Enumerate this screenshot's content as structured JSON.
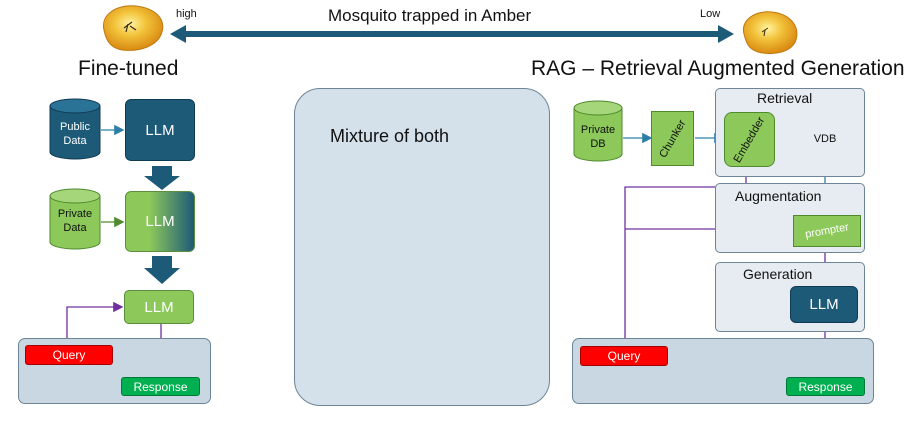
{
  "header": {
    "title": "Mosquito trapped in Amber",
    "left_label": "high",
    "right_label": "Low"
  },
  "left": {
    "title": "Fine-tuned",
    "public_data": "Public\nData",
    "private_data": "Private\nData",
    "llm_top": "LLM",
    "llm_mid": "LLM",
    "llm_bottom": "LLM",
    "query": "Query",
    "response": "Response"
  },
  "middle": {
    "title": "Mixture of both"
  },
  "right": {
    "title": "RAG – Retrieval Augmented Generation",
    "private_db": "Private\nDB",
    "chunker": "Chunker",
    "retrieval": "Retrieval",
    "embedder": "Embedder",
    "vdb": "VDB",
    "augmentation": "Augmentation",
    "prompter": "prompter",
    "generation": "Generation",
    "llm": "LLM",
    "query": "Query",
    "response": "Response"
  },
  "colors": {
    "dark_blue": "#1d5a78",
    "green": "#8cc85a",
    "purple": "#7030a0",
    "query_red": "#ff0000",
    "response_green": "#00b050",
    "panel": "#c8d7e1"
  },
  "icons": [
    "amber-icon",
    "double-arrow-icon",
    "down-arrow-icon"
  ]
}
